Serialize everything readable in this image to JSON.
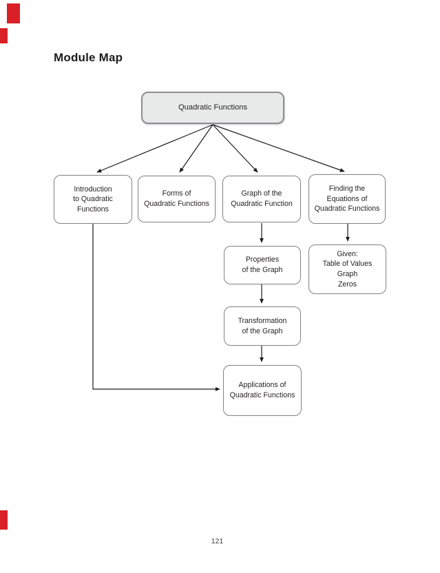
{
  "page": {
    "title": "Module Map",
    "page_number": "121",
    "background_color": "#ffffff",
    "edge_mark_color": "#d92027",
    "text_color": "#231f20"
  },
  "diagram": {
    "root": {
      "label": "Quadratic Functions",
      "fill_color": "#e8e9e9",
      "border_color": "#8a8d90"
    },
    "node_border_color": "#7d8084",
    "arrow_color": "#1a1a1a",
    "nodes": {
      "introduction": {
        "label": "Introduction\nto Quadratic\nFunctions"
      },
      "forms": {
        "label": "Forms of\nQuadratic Functions"
      },
      "graph": {
        "label": "Graph of the\nQuadratic Function"
      },
      "finding": {
        "label": "Finding the\nEquations of\nQuadratic Functions"
      },
      "properties": {
        "label": "Properties\nof the Graph"
      },
      "given": {
        "label": "Given:\nTable of Values\nGraph\nZeros"
      },
      "transformation": {
        "label": "Transformation\nof the Graph"
      },
      "applications": {
        "label": "Applications of\nQuadratic Functions"
      }
    },
    "edges": [
      {
        "from": "Quadratic Functions",
        "to": "Introduction to Quadratic Functions"
      },
      {
        "from": "Quadratic Functions",
        "to": "Forms of Quadratic Functions"
      },
      {
        "from": "Quadratic Functions",
        "to": "Graph of the Quadratic Function"
      },
      {
        "from": "Quadratic Functions",
        "to": "Finding the Equations of Quadratic Functions"
      },
      {
        "from": "Graph of the Quadratic Function",
        "to": "Properties of the Graph"
      },
      {
        "from": "Finding the Equations of Quadratic Functions",
        "to": "Given: Table of Values Graph Zeros"
      },
      {
        "from": "Properties of the Graph",
        "to": "Transformation of the Graph"
      },
      {
        "from": "Transformation of the Graph",
        "to": "Applications of Quadratic Functions"
      },
      {
        "from": "Introduction to Quadratic Functions",
        "to": "Applications of Quadratic Functions"
      }
    ]
  }
}
